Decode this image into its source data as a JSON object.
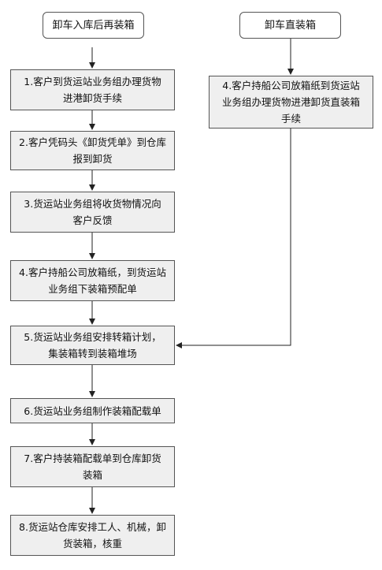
{
  "left_start": "卸车入库后再装箱",
  "right_start": "卸车直装箱",
  "right_step": [
    "4.客户持船公司放箱纸到货运站",
    "业务组办理货物进港卸货直装箱",
    "手续"
  ],
  "steps": [
    [
      "1.客户到货运站业务组办理货物",
      "进港卸货手续"
    ],
    [
      "2.客户凭码头《卸货凭单》到仓库",
      "报到卸货"
    ],
    [
      "3.货运站业务组将收货物情况向",
      "客户反馈"
    ],
    [
      "4.客户持船公司放箱纸，到货运站",
      "业务组下装箱预配单"
    ],
    [
      "5.货运站业务组安排转箱计划，",
      "集装箱转到装箱堆场"
    ],
    [
      "6.货运站业务组制作装箱配载单"
    ],
    [
      "7.客户持装箱配载单到仓库卸货",
      "装箱"
    ],
    [
      "8.货运站仓库安排工人、机械，卸",
      "货装箱，核重"
    ]
  ]
}
